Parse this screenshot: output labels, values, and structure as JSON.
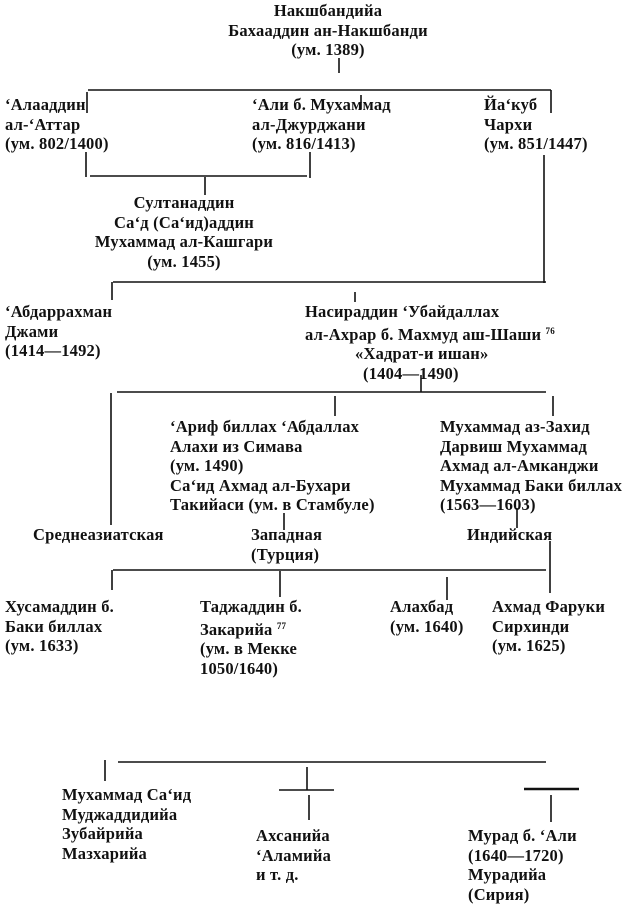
{
  "root": {
    "lines": [
      "Накшбандийа",
      "Бахааддин ан-Накшбанди",
      "(ум. 1389)"
    ]
  },
  "gen1": {
    "attar": {
      "lines": [
        "ʻАлааддин",
        "ал-ʻАттар",
        "(ум. 802/1400)"
      ]
    },
    "jurjani": {
      "lines": [
        "ʻАли б. Мухаммад",
        "ал-Джурджани",
        "(ум. 816/1413)"
      ]
    },
    "charkhi": {
      "lines": [
        "Йаʻкуб",
        "Чархи",
        "(ум. 851/1447)"
      ]
    }
  },
  "kashgari": {
    "lines": [
      "Султанаддин",
      "Саʻд (Саʻид)аддин",
      "Мухаммад ал-Кашгари",
      "(ум. 1455)"
    ]
  },
  "gen3": {
    "jami": {
      "lines": [
        "ʻАбдаррахман",
        "Джами",
        "(1414—1492)"
      ]
    },
    "ahrar": {
      "lines": [
        "Насираддин ʻУбайдаллах",
        "ал-Ахрар б. Махмуд аш-Шаши",
        "«Хадрат-и ишан»",
        "(1404—1490)"
      ],
      "footnote": "76"
    }
  },
  "gen4": {
    "western": {
      "lines": [
        "ʻАриф биллах ʻАбдаллах",
        "Алахи из Симава",
        "(ум. 1490)",
        "Саʻид Ахмад ал-Бухари",
        "Такийаси (ум. в Стамбуле)"
      ]
    },
    "indian": {
      "lines": [
        "Мухаммад аз-Захид",
        "Дарвиш Мухаммад",
        "Ахмад ал-Амканджи",
        "Мухаммад Баки биллах",
        "(1563—1603)"
      ]
    }
  },
  "branches": {
    "central_asian": "Среднеазиатская",
    "western": [
      "Западная",
      "(Турция)"
    ],
    "indian": "Индийская"
  },
  "gen5": {
    "husam": {
      "lines": [
        "Хусамаддин б.",
        "Баки биллах",
        "(ум. 1633)"
      ]
    },
    "taj": {
      "lines": [
        "Таджаддин б.",
        "Закарийа",
        "(ум. в Мекке",
        "1050/1640)"
      ],
      "footnote": "77"
    },
    "alahbad": {
      "lines": [
        "Алахбад",
        "(ум. 1640)"
      ]
    },
    "sirhindi": {
      "lines": [
        "Ахмад Фаруки",
        "Сирхинди",
        "(ум. 1625)"
      ]
    }
  },
  "gen6": {
    "mujaddidiya": {
      "lines": [
        "Мухаммад Саʻид",
        "Муджаддидийа",
        "Зубайрийа",
        "Мазхарийа"
      ]
    },
    "ahsaniya": {
      "lines": [
        "Ахсанийа",
        "ʻАламийа",
        "и т. д."
      ]
    },
    "muradiya": {
      "lines": [
        "Мурад б. ʻАли",
        "(1640—1720)",
        "Мурадийа",
        "(Сирия)"
      ]
    }
  }
}
